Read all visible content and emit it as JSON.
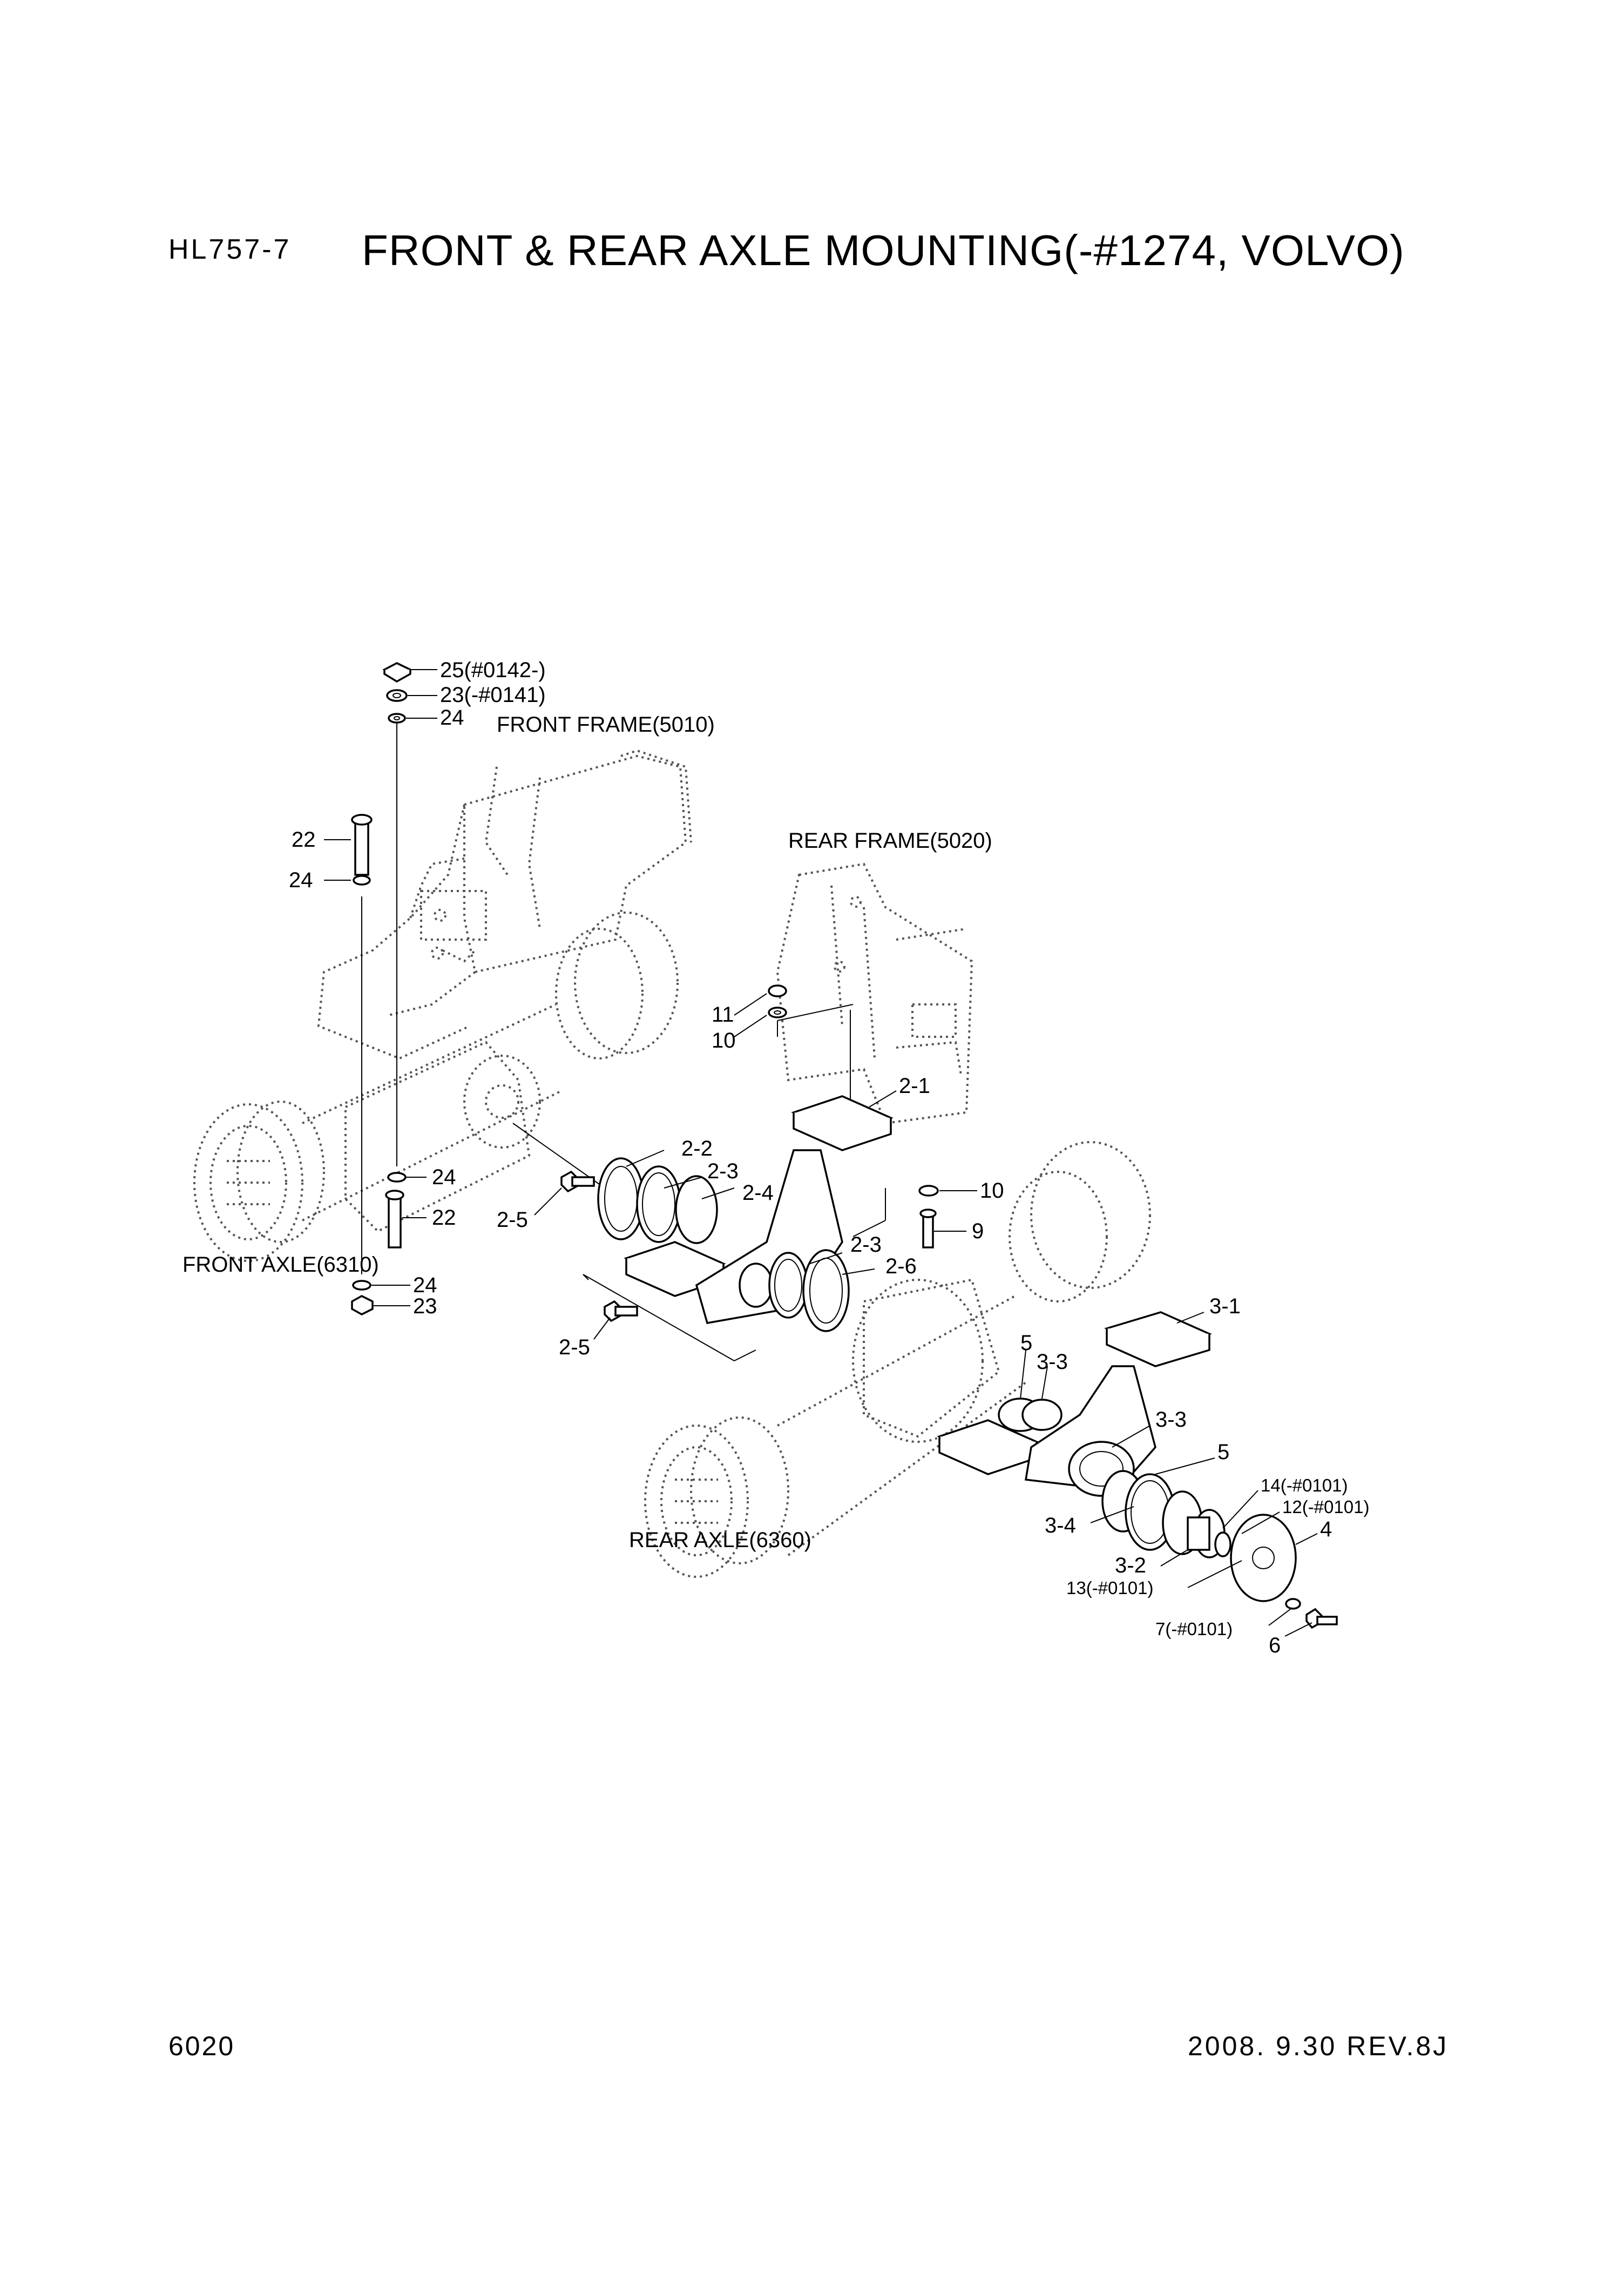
{
  "header": {
    "model": "HL757-7",
    "title": "FRONT & REAR AXLE MOUNTING(-#1274, VOLVO)"
  },
  "footer": {
    "page_number": "6020",
    "revision": "2008. 9.30  REV.8J"
  },
  "assembly_labels": {
    "front_frame": "FRONT FRAME(5010)",
    "rear_frame": "REAR FRAME(5020)",
    "front_axle": "FRONT AXLE(6310)",
    "rear_axle": "REAR AXLE(6360)"
  },
  "callouts": {
    "c25": "25(#0142-)",
    "c23_top": "23(-#0141)",
    "c24_top": "24",
    "c22_upper": "22",
    "c24_upper": "24",
    "c11": "11",
    "c10_left": "10",
    "c2_2": "2-2",
    "c2_3_upper": "2-3",
    "c2_4": "2-4",
    "c2_1": "2-1",
    "c10_right": "10",
    "c9": "9",
    "c2_5_upper": "2-5",
    "c24_mid": "24",
    "c22_lower": "22",
    "c2_3_lower": "2-3",
    "c2_6": "2-6",
    "c24_low": "24",
    "c23_low": "23",
    "c2_5_lower": "2-5",
    "c3_1": "3-1",
    "c5_upper": "5",
    "c3_3_upper": "3-3",
    "c3_3_lower": "3-3",
    "c5_lower": "5",
    "c14": "14(-#0101)",
    "c12": "12(-#0101)",
    "c4": "4",
    "c3_4": "3-4",
    "c3_2": "3-2",
    "c13": "13(-#0101)",
    "c7": "7(-#0101)",
    "c6": "6"
  }
}
